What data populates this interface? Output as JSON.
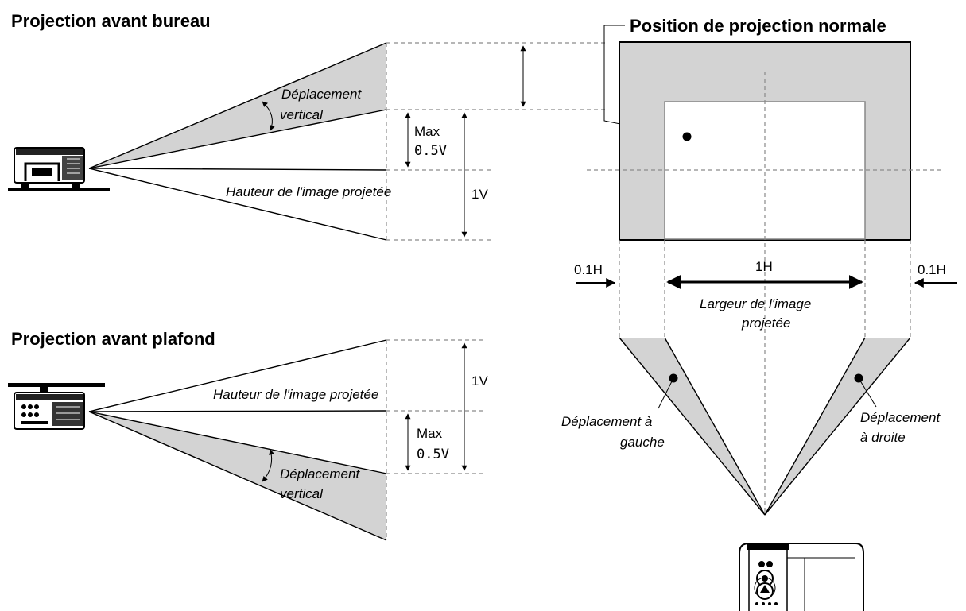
{
  "desk": {
    "title": "Projection avant bureau",
    "shift_label_1": "Déplacement",
    "shift_label_2": "vertical",
    "max_label": "Max",
    "max_value": "0.5V",
    "image_height_label": "Hauteur de l'image projetée",
    "height_unit": "1V"
  },
  "ceiling": {
    "title": "Projection avant plafond",
    "shift_label_1": "Déplacement",
    "shift_label_2": "vertical",
    "max_label": "Max",
    "max_value": "0.5V",
    "image_height_label": "Hauteur de l'image projetée",
    "height_unit": "1V"
  },
  "top_view": {
    "title": "Position de projection normale",
    "width_unit": "1H",
    "left_margin": "0.1H",
    "right_margin": "0.1H",
    "image_width_label_1": "Largeur de l'image",
    "image_width_label_2": "projetée",
    "left_shift_label_1": "Déplacement à",
    "left_shift_label_2": "gauche",
    "right_shift_label_1": "Déplacement",
    "right_shift_label_2": "à droite"
  },
  "colors": {
    "shift_area": "#d3d3d3",
    "guide_lines": "#8a8a8a"
  }
}
